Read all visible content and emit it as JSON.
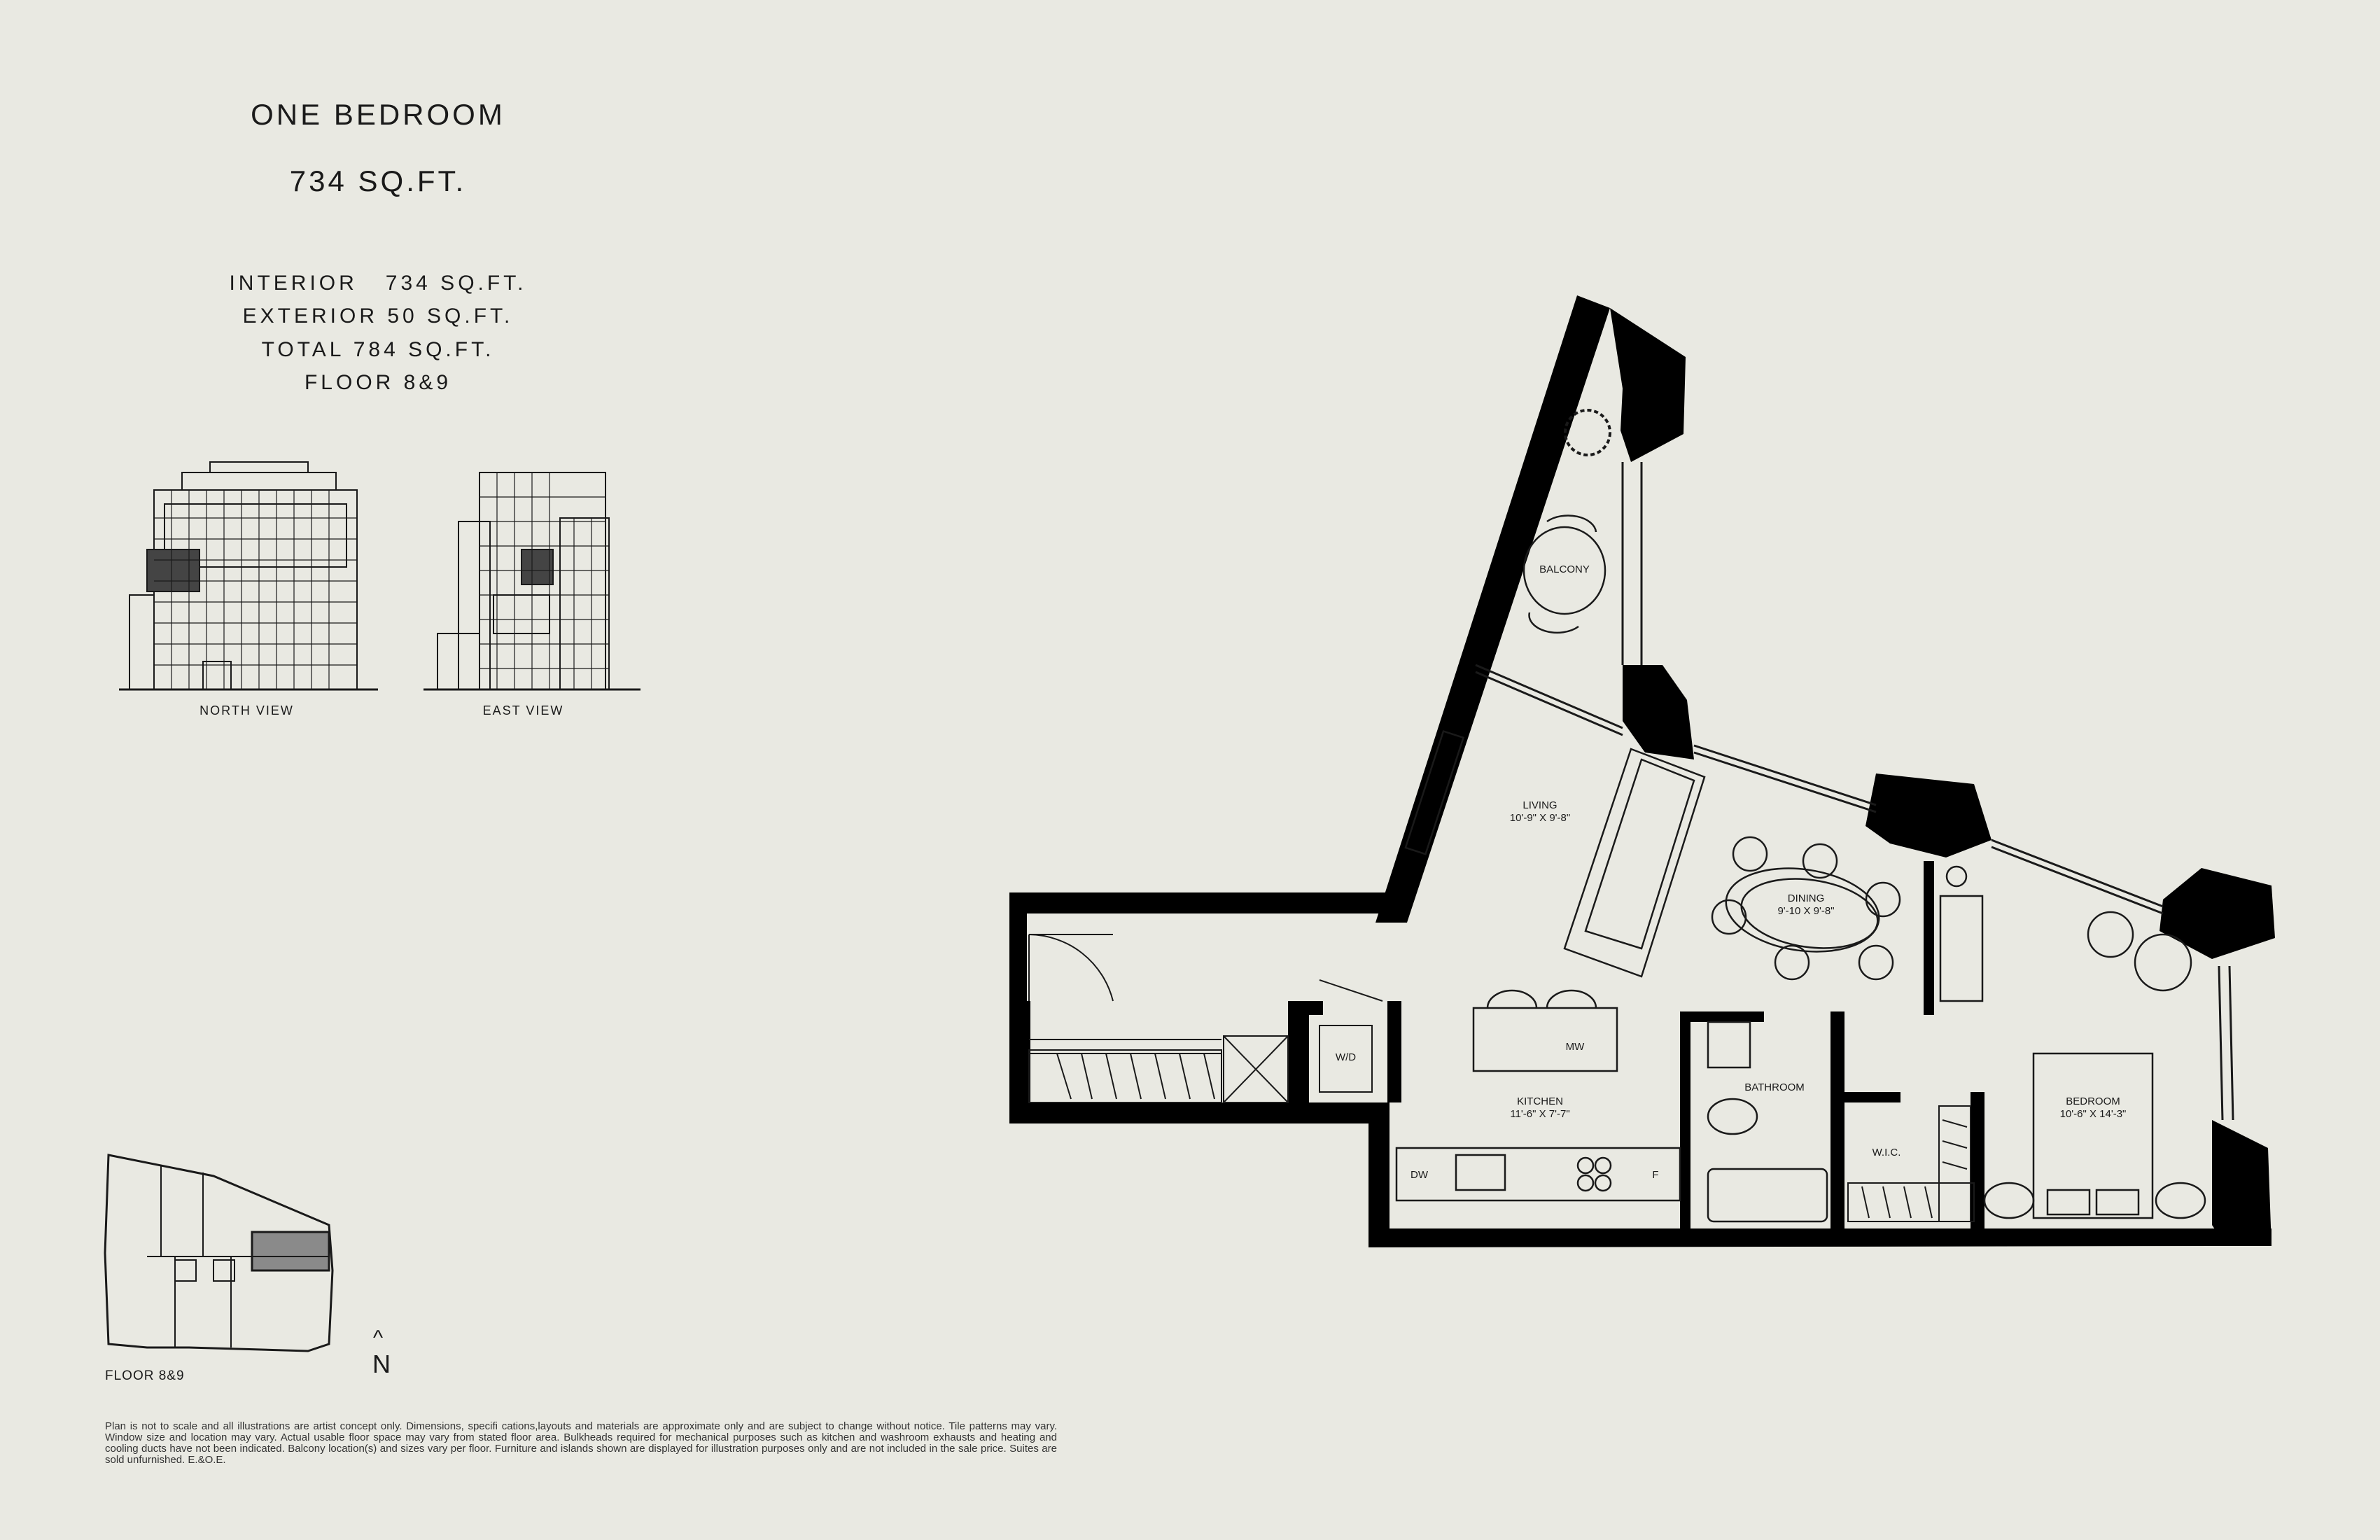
{
  "header": {
    "unit_type": "ONE BEDROOM",
    "area": "734 SQ.FT."
  },
  "stats": [
    "INTERIOR   734 SQ.FT.",
    "EXTERIOR 50 SQ.FT.",
    "TOTAL 784 SQ.FT.",
    "FLOOR 8&9"
  ],
  "elevations": {
    "north_label": "NORTH VIEW",
    "east_label": "EAST VIEW"
  },
  "key_plan": {
    "label": "FLOOR 8&9",
    "north_arrow": "^",
    "north_letter": "N"
  },
  "rooms": {
    "balcony": "BALCONY",
    "living_name": "LIVING",
    "living_dims": "10'-9\" X 9'-8\"",
    "dining_name": "DINING",
    "dining_dims": "9'-10 X 9'-8\"",
    "kitchen_name": "KITCHEN",
    "kitchen_dims": "11'-6\" X 7'-7\"",
    "bathroom": "BATHROOM",
    "wic": "W.I.C.",
    "bedroom_name": "BEDROOM",
    "bedroom_dims": "10'-6\" X 14'-3\""
  },
  "fixtures": {
    "wd": "W/D",
    "mw": "MW",
    "dw": "DW",
    "f": "F"
  },
  "disclaimer": "Plan is not to scale and all illustrations are artist concept only. Dimensions, specifi cations,layouts and materials are approximate only and are subject to change without notice. Tile patterns may vary. Window size and location may vary. Actual usable floor space may vary from stated floor area. Bulkheads required for mechanical purposes such as kitchen and washroom exhausts and heating and cooling ducts have not been indicated. Balcony location(s) and sizes vary per floor. Furniture and islands shown are displayed for illustration purposes only and are not included in the sale price. Suites are sold unfurnished. E.&O.E.",
  "colors": {
    "background": "#e9e9e2",
    "wall": "#000000",
    "line": "#1a1a1a",
    "key_highlight": "#8a8a8a"
  }
}
